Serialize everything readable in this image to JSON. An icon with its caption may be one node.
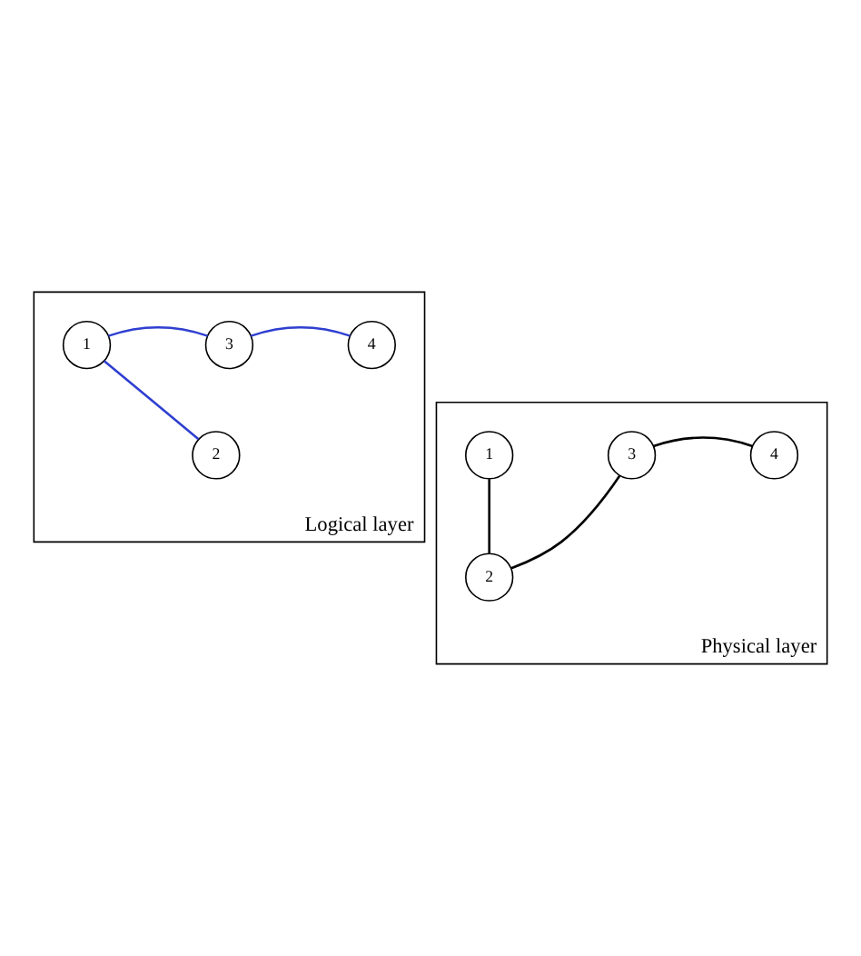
{
  "diagram": {
    "nodes": [
      {
        "text": [
          "Logical layer"
        ]
      },
      {
        "text": [
          "1"
        ],
        "in": 0
      },
      {
        "text": [
          "3"
        ],
        "in": 0
      },
      {
        "text": [
          "4"
        ],
        "in": 0
      },
      {
        "text": [
          "2"
        ],
        "in": 0
      },
      {
        "text": [
          "Physical layer"
        ]
      },
      {
        "text": [
          "1"
        ],
        "in": 5
      },
      {
        "text": [
          "3"
        ],
        "in": 5
      },
      {
        "text": [
          "4"
        ],
        "in": 5
      },
      {
        "text": [
          "2"
        ],
        "in": 5
      }
    ],
    "edges": [
      {
        "from": 1,
        "to": 2,
        "arrow": "none",
        "color": "#2f3fd0"
      },
      {
        "from": 2,
        "to": 3,
        "arrow": "none",
        "color": "#2f3fd0"
      },
      {
        "from": 1,
        "to": 4,
        "arrow": "none",
        "color": "#2f3fd0"
      },
      {
        "from": 6,
        "to": 9,
        "arrow": "none",
        "color": "#000000"
      },
      {
        "from": 9,
        "to": 7,
        "arrow": "none",
        "color": "#000000"
      },
      {
        "from": 7,
        "to": 8,
        "arrow": "none",
        "color": "#000000"
      }
    ]
  }
}
